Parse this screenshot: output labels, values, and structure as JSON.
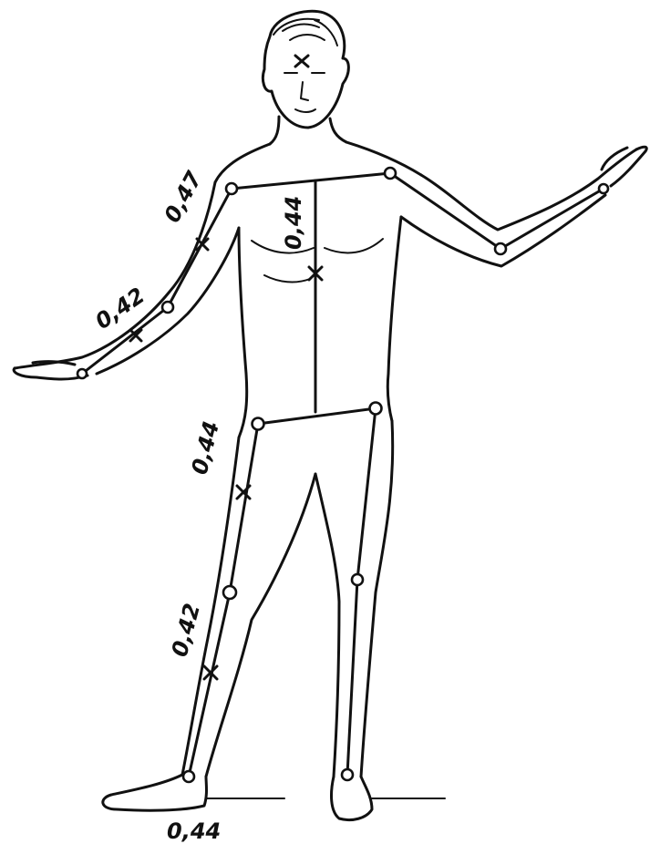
{
  "labels": {
    "upper_arm": "0,47",
    "forearm": "0,42",
    "trunk": "0,44",
    "thigh": "0,44",
    "shank": "0,42",
    "foot": "0,44"
  }
}
